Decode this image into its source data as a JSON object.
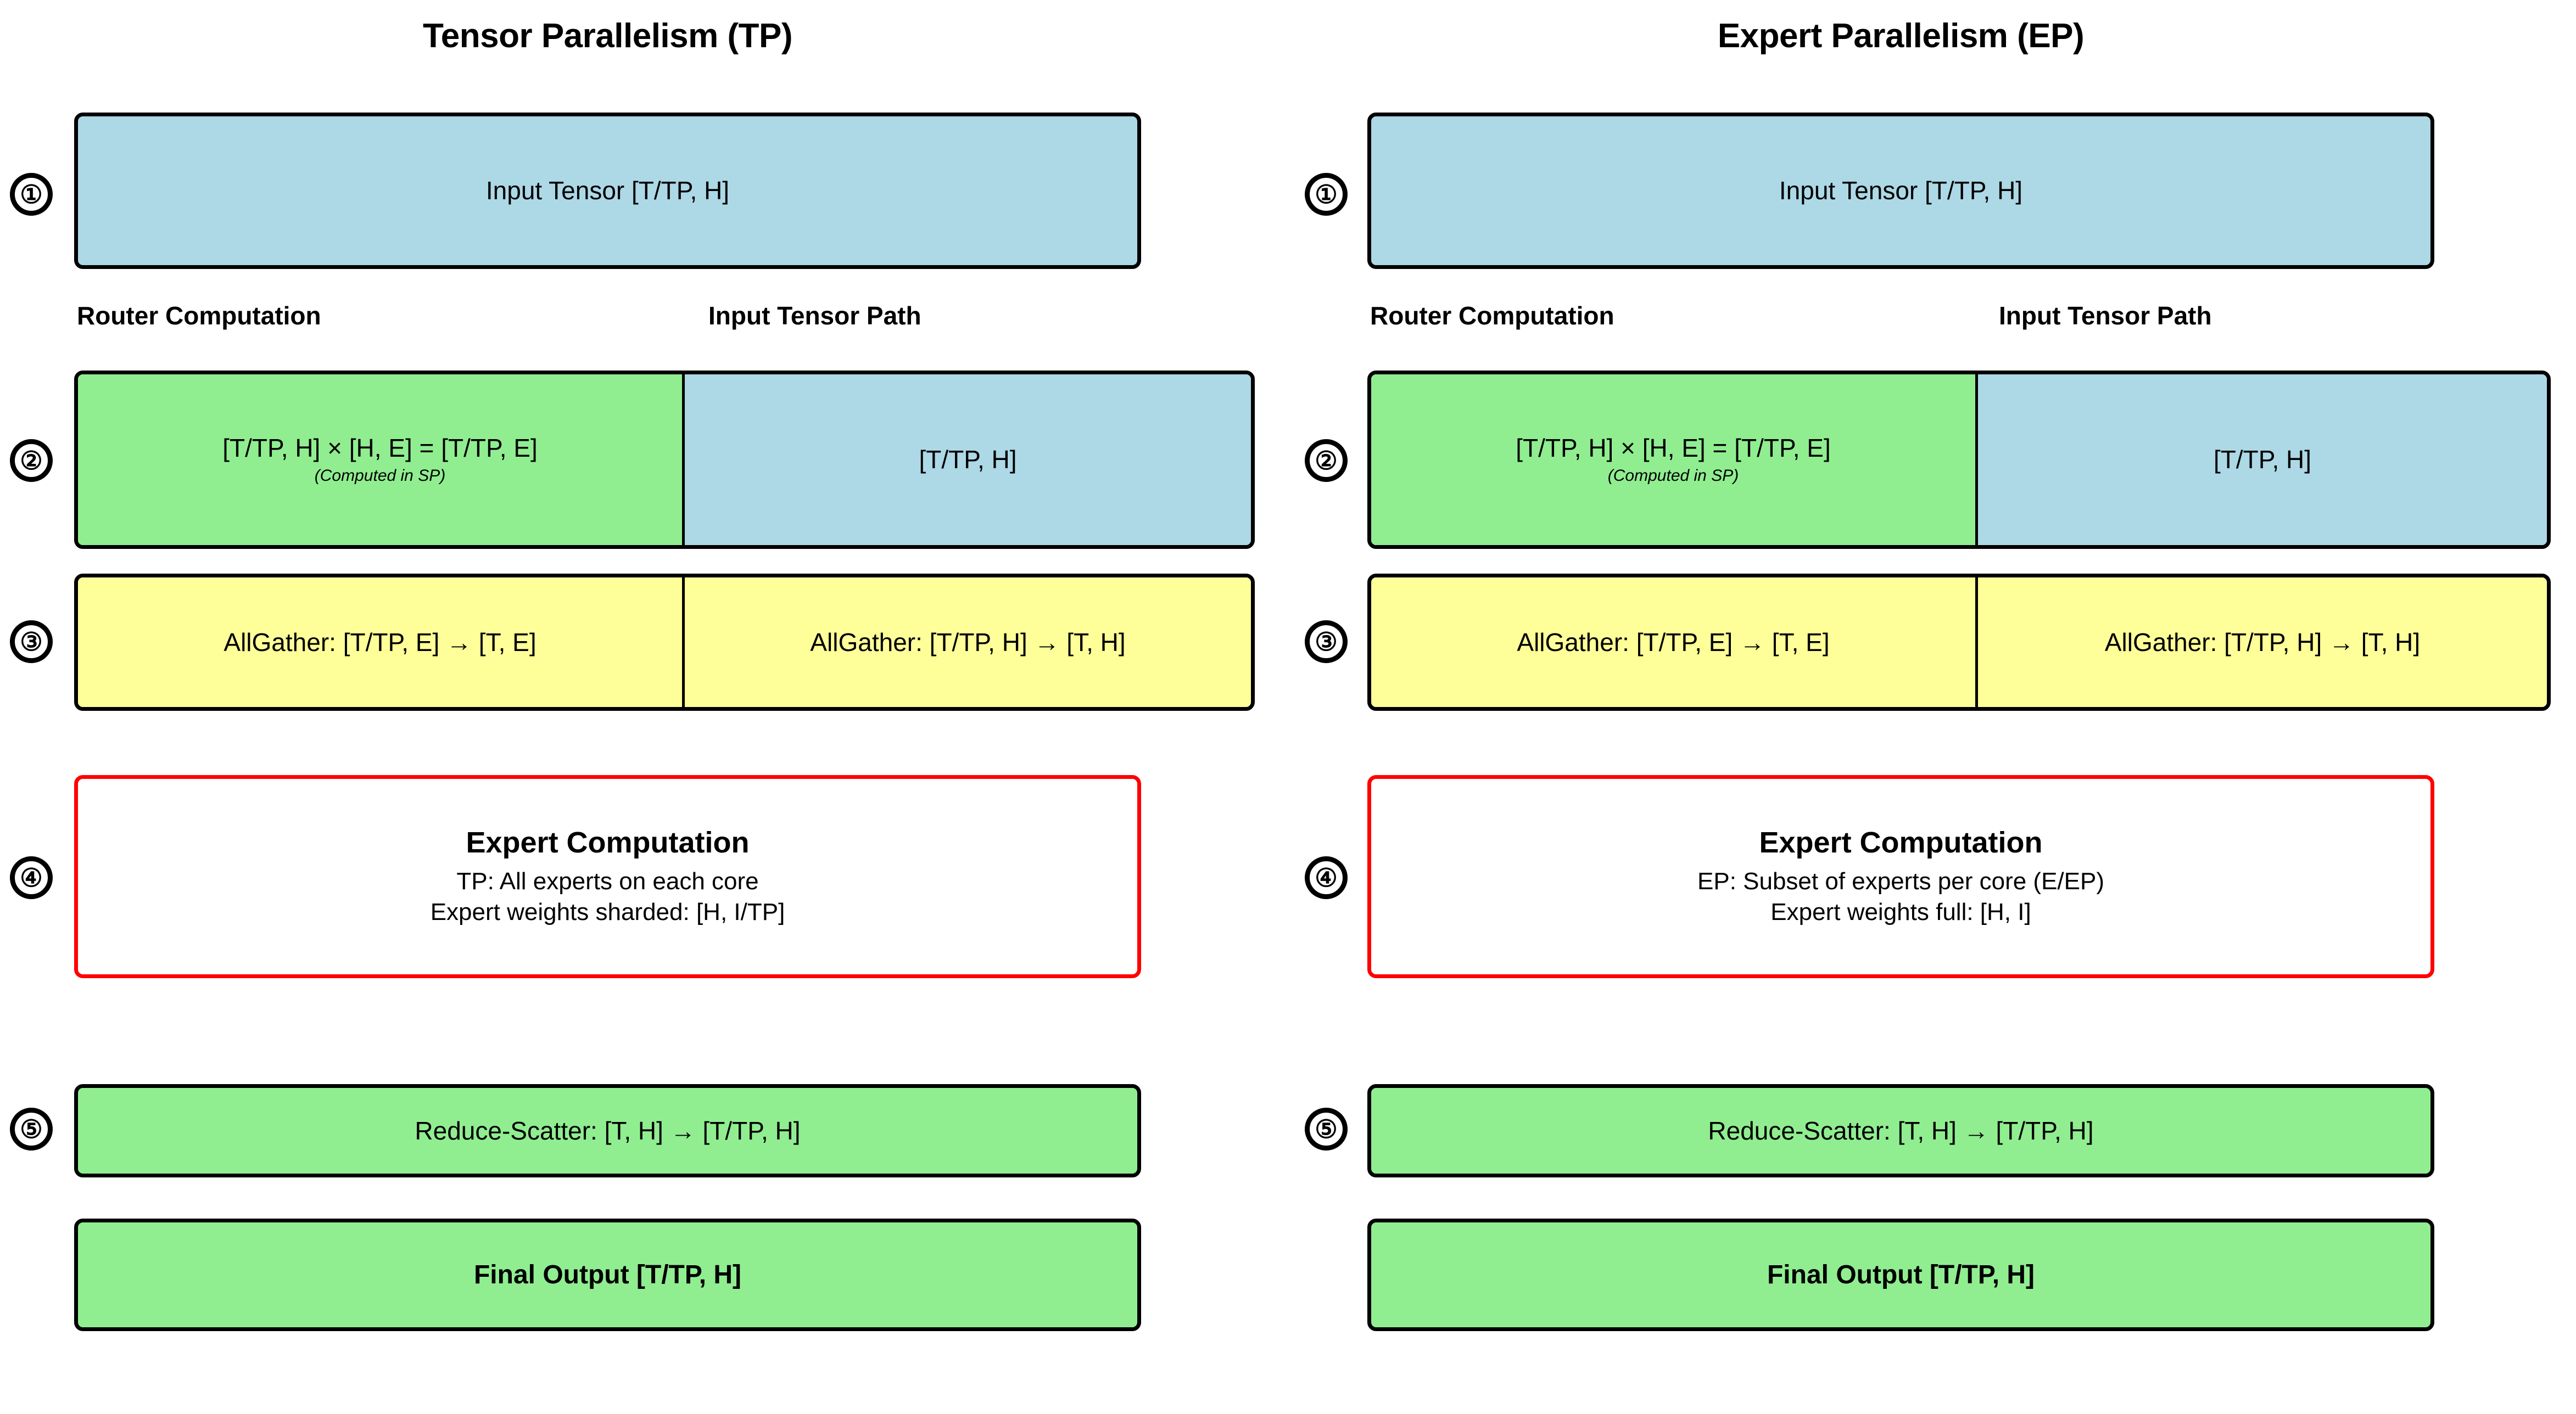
{
  "diagram": {
    "type": "flow-comparison",
    "panels": [
      {
        "id": "tp",
        "title": "Tensor Parallelism (TP)",
        "column_headers": {
          "left": "Router Computation",
          "right": "Input Tensor Path"
        },
        "steps": [
          {
            "marker": "①",
            "kind": "single",
            "color": "#add8e6",
            "text": "Input Tensor [T/TP, H]"
          },
          {
            "marker": "②",
            "kind": "split",
            "left": {
              "color": "#90ee90",
              "text": "[T/TP, H] × [H, E] = [T/TP, E]",
              "note": "(Computed in SP)"
            },
            "right": {
              "color": "#add8e6",
              "text": "[T/TP, H]"
            }
          },
          {
            "marker": "③",
            "kind": "split",
            "left": {
              "color": "#ffff99",
              "text": "AllGather: [T/TP, E] → [T, E]"
            },
            "right": {
              "color": "#ffff99",
              "text": "AllGather: [T/TP, H] → [T, H]"
            }
          },
          {
            "marker": "④",
            "kind": "callout",
            "color": "#ffffff",
            "border_color": "#ff0000",
            "title": "Expert Computation",
            "lines": [
              "TP: All experts on each core",
              "Expert weights sharded: [H, I/TP]"
            ]
          },
          {
            "marker": "⑤",
            "kind": "single",
            "color": "#90ee90",
            "text": "Reduce-Scatter: [T, H] → [T/TP, H]"
          },
          {
            "marker": "",
            "kind": "single-bold",
            "color": "#90ee90",
            "text": "Final Output [T/TP, H]"
          }
        ]
      },
      {
        "id": "ep",
        "title": "Expert Parallelism (EP)",
        "column_headers": {
          "left": "Router Computation",
          "right": "Input Tensor Path"
        },
        "steps": [
          {
            "marker": "①",
            "kind": "single",
            "color": "#add8e6",
            "text": "Input Tensor [T/TP, H]"
          },
          {
            "marker": "②",
            "kind": "split",
            "left": {
              "color": "#90ee90",
              "text": "[T/TP, H] × [H, E] = [T/TP, E]",
              "note": "(Computed in SP)"
            },
            "right": {
              "color": "#add8e6",
              "text": "[T/TP, H]"
            }
          },
          {
            "marker": "③",
            "kind": "split",
            "left": {
              "color": "#ffff99",
              "text": "AllGather: [T/TP, E] → [T, E]"
            },
            "right": {
              "color": "#ffff99",
              "text": "AllGather: [T/TP, H] → [T, H]"
            }
          },
          {
            "marker": "④",
            "kind": "callout",
            "color": "#ffffff",
            "border_color": "#ff0000",
            "title": "Expert Computation",
            "lines": [
              "EP: Subset of experts per core (E/EP)",
              "Expert weights full: [H, I]"
            ]
          },
          {
            "marker": "⑤",
            "kind": "single",
            "color": "#90ee90",
            "text": "Reduce-Scatter: [T, H] → [T/TP, H]"
          },
          {
            "marker": "",
            "kind": "single-bold",
            "color": "#90ee90",
            "text": "Final Output [T/TP, H]"
          }
        ]
      }
    ],
    "colors": {
      "blue": "#add8e6",
      "green": "#90ee90",
      "yellow": "#ffff99",
      "callout_border": "#ff0000",
      "outline": "#000000",
      "background": "#ffffff"
    }
  }
}
